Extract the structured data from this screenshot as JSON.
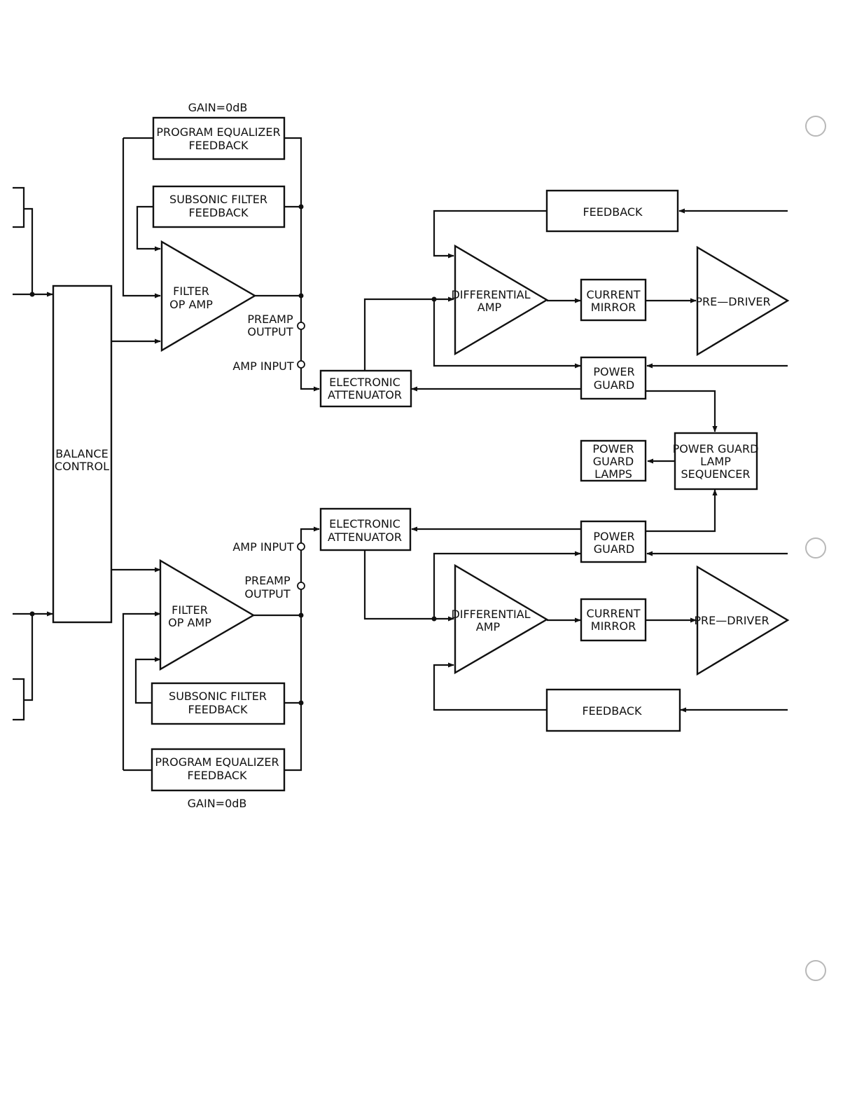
{
  "blocks": {
    "balance_control": [
      "BALANCE",
      "CONTROL"
    ],
    "top_gain": "GAIN=0dB",
    "bottom_gain": "GAIN=0dB",
    "top_program_eq": [
      "PROGRAM  EQUALIZER",
      "FEEDBACK"
    ],
    "top_subsonic": [
      "SUBSONIC  FILTER",
      "FEEDBACK"
    ],
    "top_filter_opamp": [
      "FILTER",
      "OP  AMP"
    ],
    "top_preamp_output": [
      "PREAMP",
      "OUTPUT"
    ],
    "top_amp_input": "AMP  INPUT",
    "top_elec_atten": [
      "ELECTRONIC",
      "ATTENUATOR"
    ],
    "top_feedback": "FEEDBACK",
    "top_diff_amp": [
      "DIFFERENTIAL",
      "AMP"
    ],
    "top_current_mirror": [
      "CURRENT",
      "MIRROR"
    ],
    "top_pre_driver": "PRE—DRIVER",
    "top_power_guard": [
      "POWER",
      "GUARD"
    ],
    "pg_lamps": [
      "POWER",
      "GUARD",
      "LAMPS"
    ],
    "pg_sequencer": [
      "POWER GUARD",
      "LAMP",
      "SEQUENCER"
    ],
    "bottom_elec_atten": [
      "ELECTRONIC",
      "ATTENUATOR"
    ],
    "bottom_amp_input": "AMP  INPUT",
    "bottom_preamp_output": [
      "PREAMP",
      "OUTPUT"
    ],
    "bottom_power_guard": [
      "POWER",
      "GUARD"
    ],
    "bottom_filter_opamp": [
      "FILTER",
      "OP  AMP"
    ],
    "bottom_diff_amp": [
      "DIFFERENTIAL",
      "AMP"
    ],
    "bottom_current_mirror": [
      "CURRENT",
      "MIRROR"
    ],
    "bottom_pre_driver": "PRE—DRIVER",
    "bottom_feedback": "FEEDBACK",
    "bottom_subsonic": [
      "SUBSONIC  FILTER",
      "FEEDBACK"
    ],
    "bottom_program_eq": [
      "PROGRAM  EQUALIZER",
      "FEEDBACK"
    ]
  },
  "colors": {
    "ink": "#111111",
    "paper": "#ffffff"
  }
}
